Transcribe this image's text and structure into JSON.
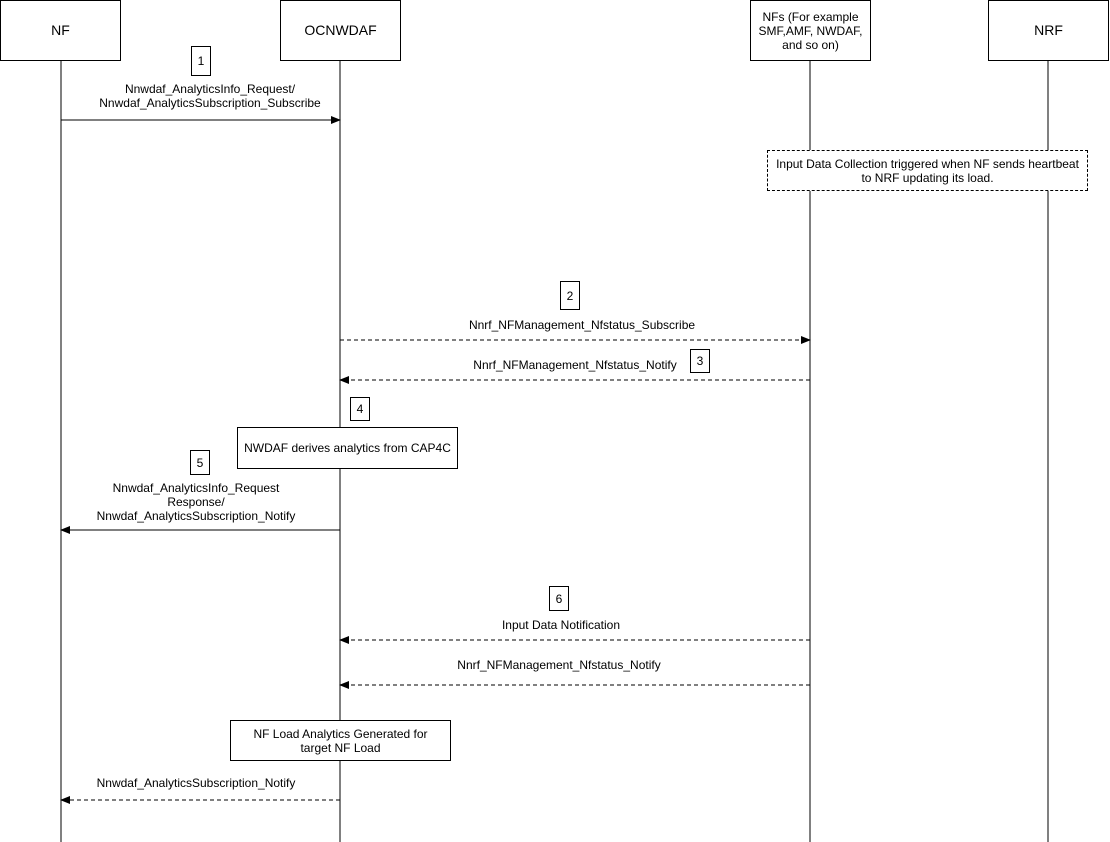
{
  "participants": {
    "nf": "NF",
    "ocnwdaf": "OCNWDAF",
    "nfs": "NFs (For example SMF,AMF, NWDAF, and so on)",
    "nrf": "NRF"
  },
  "steps": {
    "s1": "1",
    "s2": "2",
    "s3": "3",
    "s4": "4",
    "s5": "5",
    "s6": "6"
  },
  "messages": {
    "m1_line1": "Nnwdaf_AnalyticsInfo_Request/",
    "m1_line2": "Nnwdaf_AnalyticsSubscription_Subscribe",
    "m2": "Nnrf_NFManagement_Nfstatus_Subscribe",
    "m3": "Nnrf_NFManagement_Nfstatus_Notify",
    "m5_line1": "Nnwdaf_AnalyticsInfo_Request",
    "m5_line2": "Response/",
    "m5_line3": "Nnwdaf_AnalyticsSubscription_Notify",
    "m6": "Input Data Notification",
    "m7": "Nnrf_NFManagement_Nfstatus_Notify",
    "m8": "Nnwdaf_AnalyticsSubscription_Notify"
  },
  "notes": {
    "input_collection": "Input Data Collection triggered when NF sends heartbeat to NRF updating its load.",
    "derive": "NWDAF derives analytics from CAP4C",
    "generated": "NF Load Analytics Generated for target NF Load"
  }
}
